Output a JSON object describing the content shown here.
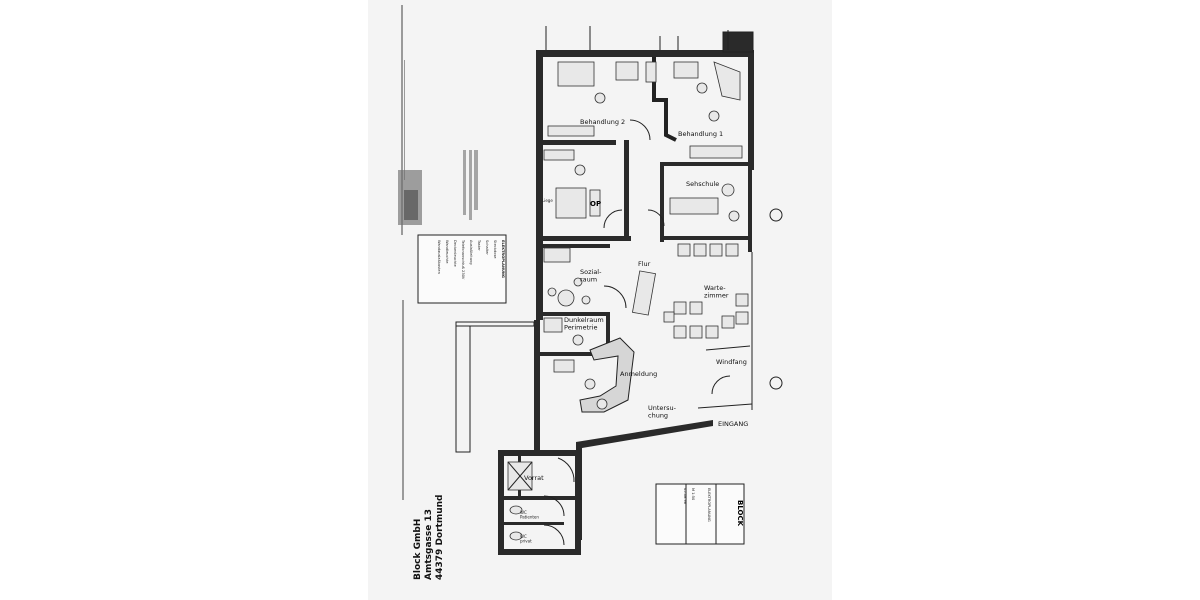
{
  "rooms": {
    "behandlung2": "Behandlung 2",
    "behandlung1": "Behandlung 1",
    "sehschule": "Sehschule",
    "liege": "Liege",
    "op": "OP",
    "flur": "Flur",
    "sozialraum": "Sozial-\nraum",
    "dunkelraum": "Dunkelraum\nPerimetrie",
    "wartezimmer": "Warte-\nzimmer",
    "windfang": "Windfang",
    "anmeldung": "Anmeldung",
    "untersuchung": "Untersu-\nchung",
    "eingang": "EINGANG",
    "vorrat": "Vorrat",
    "wc_patienten": "WC\nPatienten",
    "wc_privat": "WC\nprivat"
  },
  "legend": {
    "title": "ELEKTROPLANUNG",
    "items": [
      "Steckdose",
      "Schalter",
      "Taster",
      "Auslaßleitung",
      "Telefonanschluß 230V",
      "Deckenleuchte",
      "Wandleuchte",
      "Wandauslaßkasten"
    ]
  },
  "firm": {
    "name": "Block GmbH",
    "street": "Amtsgasse 13",
    "city": "44379 Dortmund"
  },
  "titleblock": {
    "logo": "BLOCK",
    "project": "ELEKTROPLANUNG",
    "m": "M 1:50",
    "date": "05.08.98"
  }
}
